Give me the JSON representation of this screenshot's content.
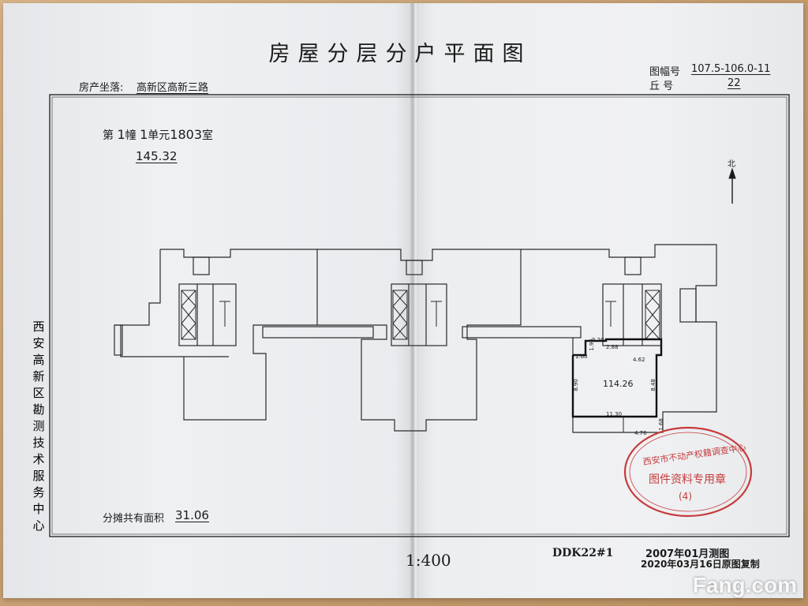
{
  "title": "房屋分层分户平面图",
  "fields": {
    "sheet_label": "图幅号",
    "sheet_value": "107.5-106.0-11",
    "hill_label": "丘    号",
    "hill_value": "22",
    "location_label": "房产坐落:",
    "location_value": "高新区高新三路"
  },
  "unit": {
    "prefix": "第",
    "building": "1",
    "building_suffix": "幢",
    "unit_no": "1",
    "unit_suffix": "单元",
    "room": "1803",
    "room_suffix": "室",
    "total_area": "145.32"
  },
  "north_label": "北",
  "apartment": {
    "area": "114.26",
    "dims": {
      "top_a": "1.96",
      "top_b": "2.20",
      "top_c": "2.88",
      "left_top": "1.60",
      "right_top": "4.62",
      "left": "8.90",
      "right": "8.48",
      "bottom": "11.30",
      "bottom_right": "1.68",
      "bottom_ext": "4.76"
    }
  },
  "shared_area_label": "分摊共有面积",
  "shared_area_value": "31.06",
  "scale": "1:400",
  "code": "DDK22#1",
  "date_surveyed": "2007年01月测图",
  "date_copied": "2020年03月16日原图复制",
  "vertical_org": [
    "西",
    "安",
    "高",
    "新",
    "区",
    "勘",
    "测",
    "技",
    "术",
    "服",
    "务",
    "中",
    "心"
  ],
  "stamp": {
    "outer_text": "西安市不动产权籍调查中心",
    "inner_text": "图件资料专用章",
    "number": "(4)"
  },
  "watermark": "Fang.com",
  "colors": {
    "stamp": "#c63b3b",
    "ink": "#1b1b1b",
    "line": "#2a2a2a"
  }
}
